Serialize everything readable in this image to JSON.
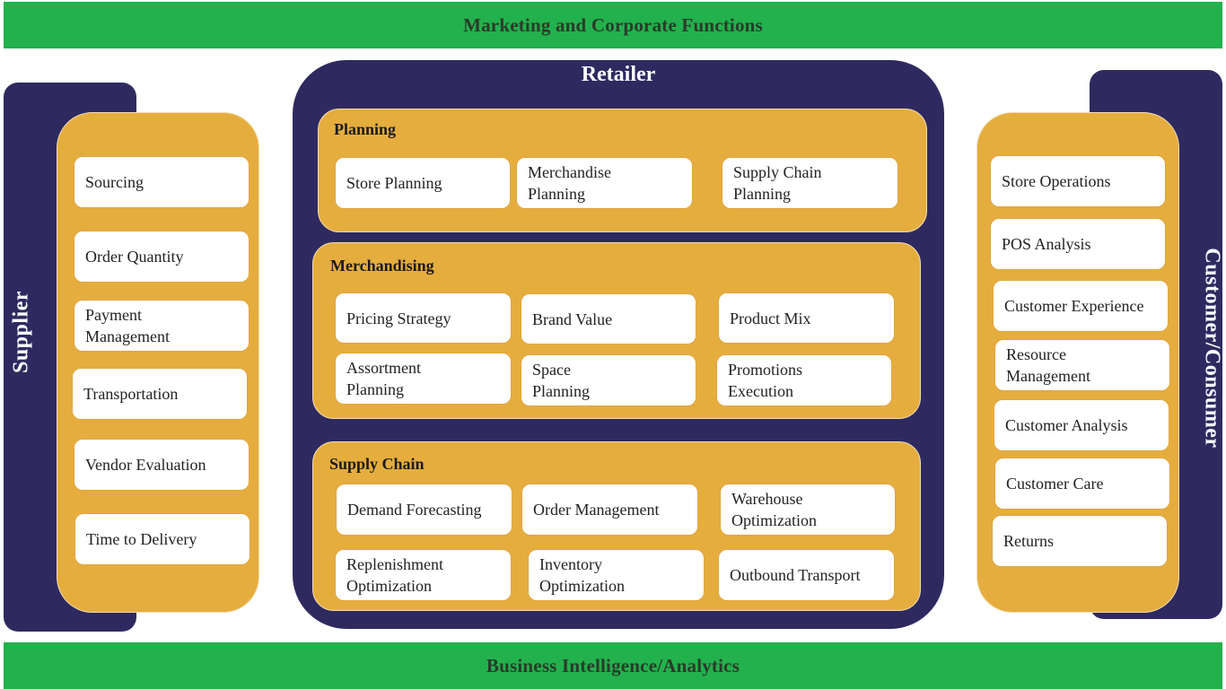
{
  "top_band": {
    "label": "Marketing and Corporate Functions"
  },
  "bottom_band": {
    "label": "Business Intelligence/Analytics"
  },
  "supplier": {
    "title": "Supplier",
    "items": [
      "Sourcing",
      "Order Quantity",
      "Payment\nManagement",
      "Transportation",
      "Vendor Evaluation",
      "Time to Delivery"
    ]
  },
  "retailer": {
    "title": "Retailer",
    "planning": {
      "title": "Planning",
      "items": [
        "Store Planning",
        "Merchandise\nPlanning",
        "Supply Chain\nPlanning"
      ]
    },
    "merchandising": {
      "title": "Merchandising",
      "items": [
        "Pricing Strategy",
        "Brand Value",
        "Product Mix",
        "Assortment\nPlanning",
        "Space\nPlanning",
        "Promotions\nExecution"
      ]
    },
    "supply_chain": {
      "title": "Supply Chain",
      "items": [
        "Demand Forecasting",
        "Order Management",
        "Warehouse\nOptimization",
        "Replenishment\nOptimization",
        "Inventory\nOptimization",
        "Outbound Transport"
      ]
    }
  },
  "customer": {
    "title": "Customer/Consumer",
    "items": [
      "Store Operations",
      "POS Analysis",
      "Customer Experience",
      "Resource\nManagement",
      "Customer Analysis",
      "Customer Care",
      "Returns"
    ]
  },
  "colors": {
    "band_green": "#22b14c",
    "navy": "#2e2a60",
    "orange": "#e5ad3e",
    "card_white": "#ffffff"
  }
}
